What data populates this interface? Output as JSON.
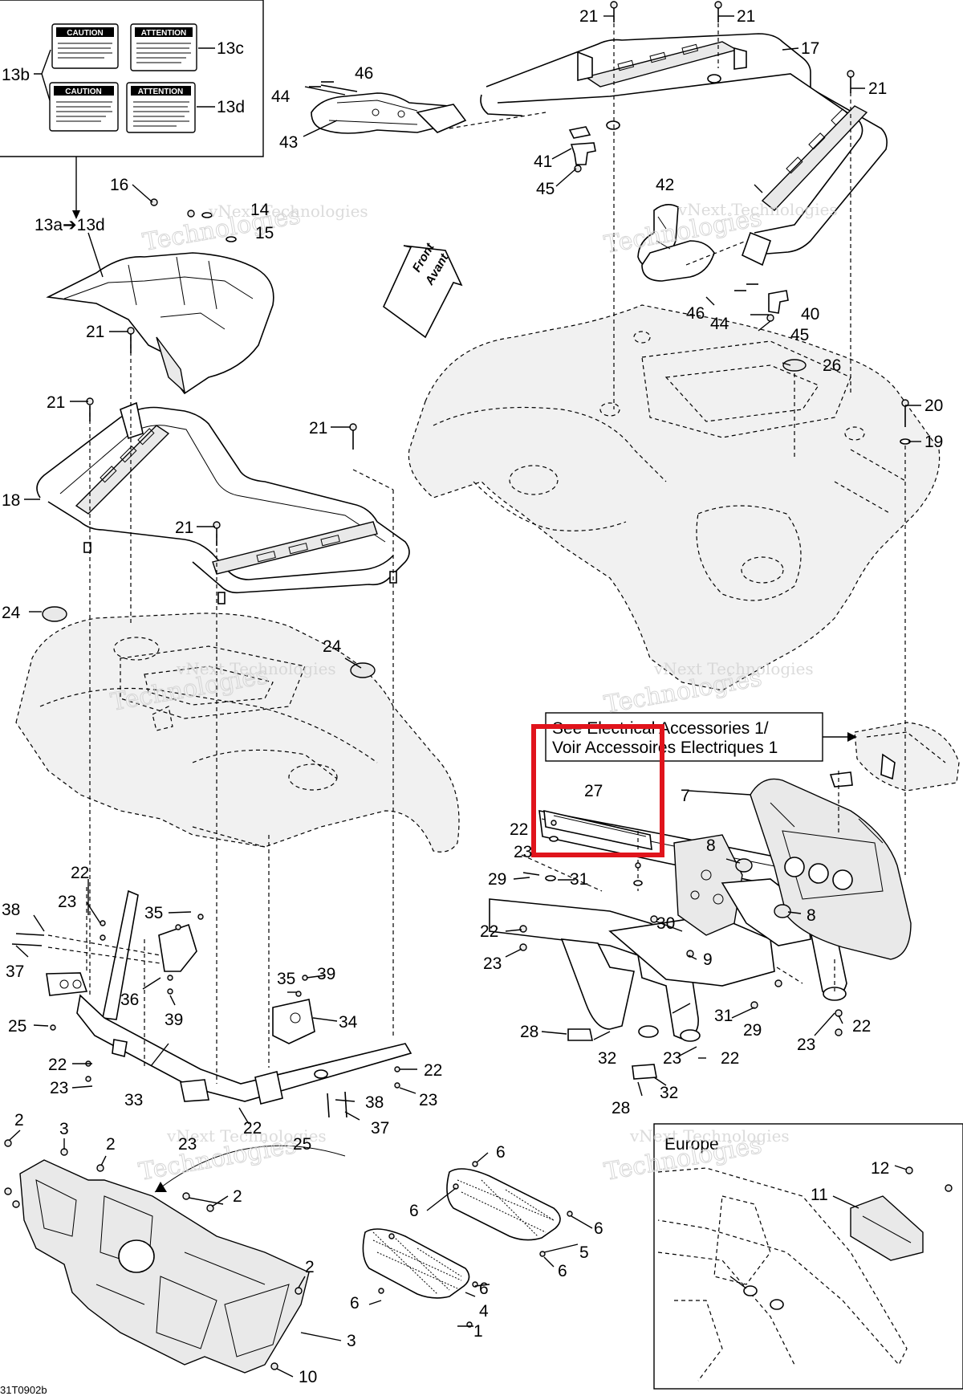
{
  "watermark": {
    "line1": "vNext Technologies",
    "line2": "Technologies"
  },
  "front_arrow": {
    "line1": "Front",
    "line2": "Avant"
  },
  "callout_box": {
    "line1": "See Electrical Accessories 1/",
    "line2": "Voir Accessoires Electriques 1"
  },
  "europe_label": "Europe",
  "diagram_code": "31T0902b",
  "highlight_color": "#e0141c",
  "stickers": [
    {
      "header": "CAUTION"
    },
    {
      "header": "ATTENTION"
    },
    {
      "header": "CAUTION"
    },
    {
      "header": "ATTENTION"
    }
  ],
  "labels": [
    {
      "id": "l-21a",
      "text": "21"
    },
    {
      "id": "l-21b",
      "text": "21"
    },
    {
      "id": "l-17",
      "text": "17"
    },
    {
      "id": "l-21c",
      "text": "21"
    },
    {
      "id": "l-13b",
      "text": "13b"
    },
    {
      "id": "l-13c",
      "text": "13c"
    },
    {
      "id": "l-13d",
      "text": "13d"
    },
    {
      "id": "l-46a",
      "text": "46"
    },
    {
      "id": "l-44a",
      "text": "44"
    },
    {
      "id": "l-43",
      "text": "43"
    },
    {
      "id": "l-41",
      "text": "41"
    },
    {
      "id": "l-45a",
      "text": "45"
    },
    {
      "id": "l-16",
      "text": "16"
    },
    {
      "id": "l-14",
      "text": "14"
    },
    {
      "id": "l-15",
      "text": "15"
    },
    {
      "id": "l-13a13d",
      "text": "13a➔13d"
    },
    {
      "id": "l-42",
      "text": "42"
    },
    {
      "id": "l-46b",
      "text": "46"
    },
    {
      "id": "l-44b",
      "text": "44"
    },
    {
      "id": "l-40",
      "text": "40"
    },
    {
      "id": "l-45b",
      "text": "45"
    },
    {
      "id": "l-21d",
      "text": "21"
    },
    {
      "id": "l-26",
      "text": "26"
    },
    {
      "id": "l-21e",
      "text": "21"
    },
    {
      "id": "l-21f",
      "text": "21"
    },
    {
      "id": "l-20",
      "text": "20"
    },
    {
      "id": "l-19",
      "text": "19"
    },
    {
      "id": "l-18",
      "text": "18"
    },
    {
      "id": "l-21g",
      "text": "21"
    },
    {
      "id": "l-24a",
      "text": "24"
    },
    {
      "id": "l-24b",
      "text": "24"
    },
    {
      "id": "l-27",
      "text": "27"
    },
    {
      "id": "l-7",
      "text": "7"
    },
    {
      "id": "l-22a",
      "text": "22"
    },
    {
      "id": "l-23a",
      "text": "23"
    },
    {
      "id": "l-8a",
      "text": "8"
    },
    {
      "id": "l-29a",
      "text": "29"
    },
    {
      "id": "l-31a",
      "text": "31"
    },
    {
      "id": "l-8b",
      "text": "8"
    },
    {
      "id": "l-22b",
      "text": "22"
    },
    {
      "id": "l-30",
      "text": "30"
    },
    {
      "id": "l-23b",
      "text": "23"
    },
    {
      "id": "l-9",
      "text": "9"
    },
    {
      "id": "l-31b",
      "text": "31"
    },
    {
      "id": "l-29b",
      "text": "29"
    },
    {
      "id": "l-22c",
      "text": "22"
    },
    {
      "id": "l-23c",
      "text": "23"
    },
    {
      "id": "l-28a",
      "text": "28"
    },
    {
      "id": "l-32a",
      "text": "32"
    },
    {
      "id": "l-23d",
      "text": "23"
    },
    {
      "id": "l-22d",
      "text": "22"
    },
    {
      "id": "l-32b",
      "text": "32"
    },
    {
      "id": "l-28b",
      "text": "28"
    },
    {
      "id": "l-22e",
      "text": "22"
    },
    {
      "id": "l-23e",
      "text": "23"
    },
    {
      "id": "l-38a",
      "text": "38"
    },
    {
      "id": "l-35a",
      "text": "35"
    },
    {
      "id": "l-37a",
      "text": "37"
    },
    {
      "id": "l-36",
      "text": "36"
    },
    {
      "id": "l-39a",
      "text": "39"
    },
    {
      "id": "l-25a",
      "text": "25"
    },
    {
      "id": "l-35b",
      "text": "35"
    },
    {
      "id": "l-39b",
      "text": "39"
    },
    {
      "id": "l-34",
      "text": "34"
    },
    {
      "id": "l-22f",
      "text": "22"
    },
    {
      "id": "l-23f",
      "text": "23"
    },
    {
      "id": "l-33",
      "text": "33"
    },
    {
      "id": "l-22g",
      "text": "22"
    },
    {
      "id": "l-23g",
      "text": "23"
    },
    {
      "id": "l-38b",
      "text": "38"
    },
    {
      "id": "l-37b",
      "text": "37"
    },
    {
      "id": "l-22h",
      "text": "22"
    },
    {
      "id": "l-23h",
      "text": "23"
    },
    {
      "id": "l-25b",
      "text": "25"
    },
    {
      "id": "l-2a",
      "text": "2"
    },
    {
      "id": "l-3a",
      "text": "3"
    },
    {
      "id": "l-2b",
      "text": "2"
    },
    {
      "id": "l-6a",
      "text": "6"
    },
    {
      "id": "l-2c",
      "text": "2"
    },
    {
      "id": "l-6b",
      "text": "6"
    },
    {
      "id": "l-6c",
      "text": "6"
    },
    {
      "id": "l-5",
      "text": "5"
    },
    {
      "id": "l-2d",
      "text": "2"
    },
    {
      "id": "l-6d",
      "text": "6"
    },
    {
      "id": "l-6e",
      "text": "6"
    },
    {
      "id": "l-4",
      "text": "4"
    },
    {
      "id": "l-6f",
      "text": "6"
    },
    {
      "id": "l-1",
      "text": "1"
    },
    {
      "id": "l-3b",
      "text": "3"
    },
    {
      "id": "l-10",
      "text": "10"
    },
    {
      "id": "l-11",
      "text": "11"
    },
    {
      "id": "l-12",
      "text": "12"
    }
  ]
}
